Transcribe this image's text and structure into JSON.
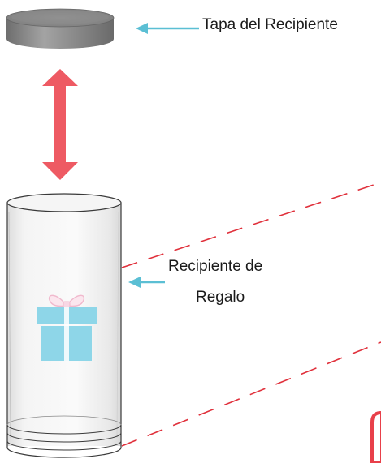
{
  "labels": {
    "lid": "Tapa del Recipiente",
    "container_line1": "Recipiente de",
    "container_line2": "Regalo"
  },
  "colors": {
    "pointer_arrow": "#5bbfd4",
    "double_arrow": "#ee5a63",
    "dashed_lines": "#e0303b",
    "lid_top": "#8e8e8e",
    "lid_side": "#7a7a7a",
    "gift_box": "#8ed6e8",
    "gift_bow": "#f8d7e4",
    "cylinder_outline": "#3a3a3a",
    "corner_accent": "#e8404a"
  },
  "icons": {
    "lid": "container-lid-icon",
    "container": "clear-cylinder-container-icon",
    "gift": "gift-box-icon"
  }
}
